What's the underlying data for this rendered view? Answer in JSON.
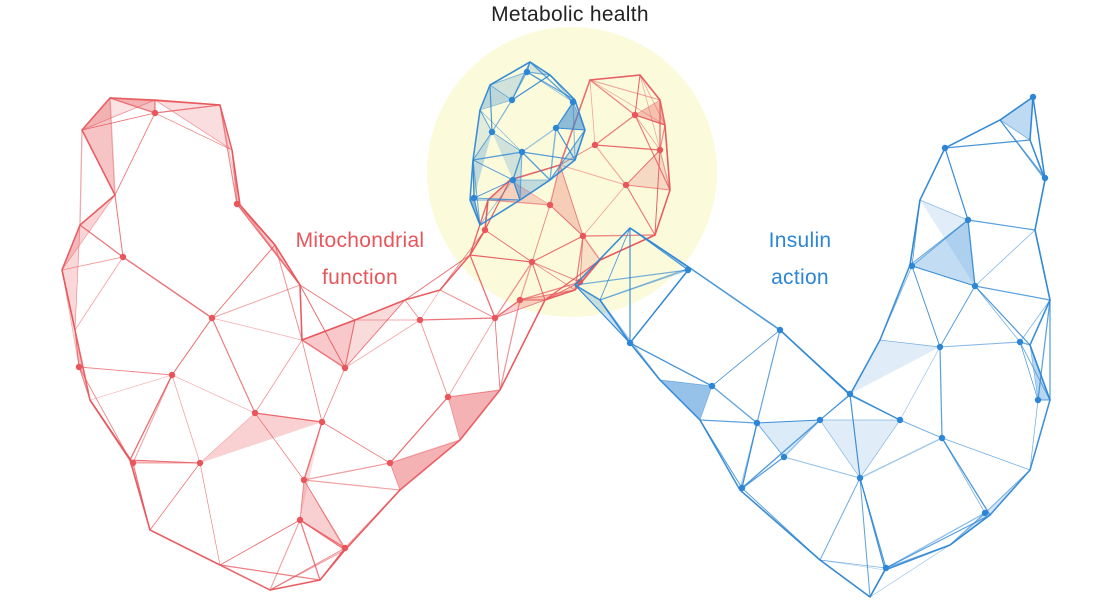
{
  "title": "Metabolic health",
  "left_label": {
    "line1": "Mitochondrial",
    "line2": "function"
  },
  "right_label": {
    "line1": "Insulin",
    "line2": "action"
  },
  "colors": {
    "red": "#e8555a",
    "blue": "#2d86d4",
    "circle": "#fbfbdc",
    "title": "#222222"
  }
}
